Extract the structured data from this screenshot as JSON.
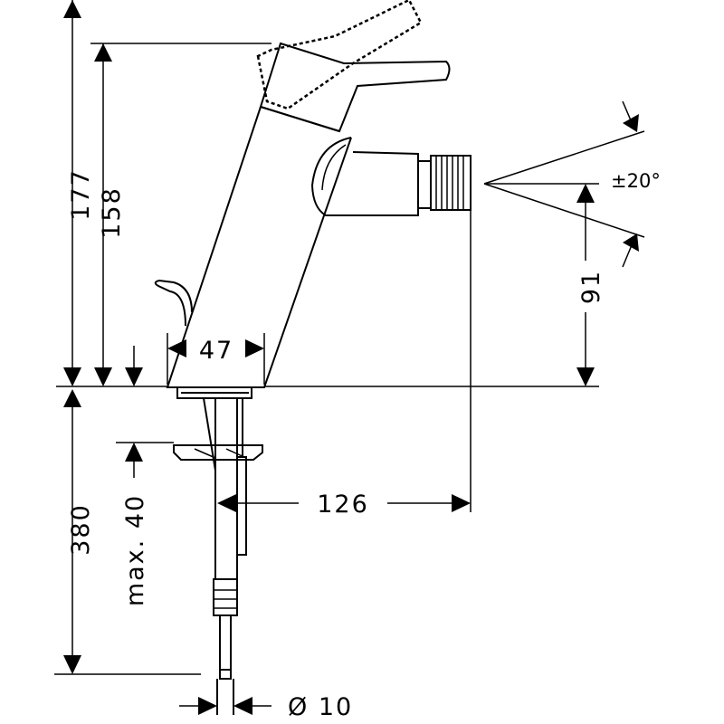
{
  "dimensions": {
    "total_height": "177",
    "spout_height": "158",
    "base_width": "47",
    "nozzle_height": "91",
    "angle": "±20°",
    "shank_length": "380",
    "max_thickness": "max. 40",
    "reach": "126",
    "supply_diameter": "Ø 10"
  }
}
